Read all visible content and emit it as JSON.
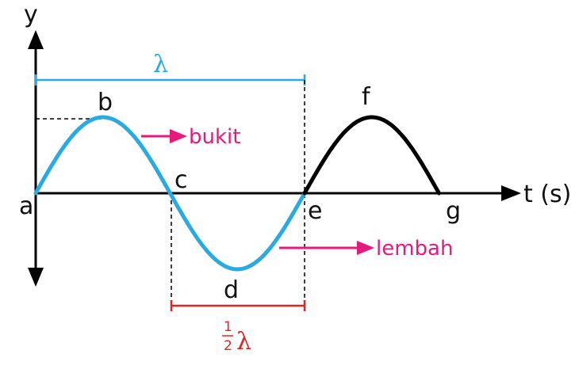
{
  "axes": {
    "y_label": "y",
    "x_label": "t (s)"
  },
  "points": {
    "a": "a",
    "b": "b",
    "c": "c",
    "d": "d",
    "e": "e",
    "f": "f",
    "g": "g"
  },
  "wavelength": {
    "symbol": "λ",
    "half_numerator": "1",
    "half_denominator": "2",
    "half_symbol": "λ"
  },
  "annotations": {
    "crest": "bukit",
    "trough": "lembah"
  },
  "colors": {
    "wave_cycle": "#29abe2",
    "wave_rest": "#000000",
    "arrow": "#e6197f",
    "half_lambda": "#e02424",
    "lambda": "#29abe2",
    "axis": "#000000"
  }
}
